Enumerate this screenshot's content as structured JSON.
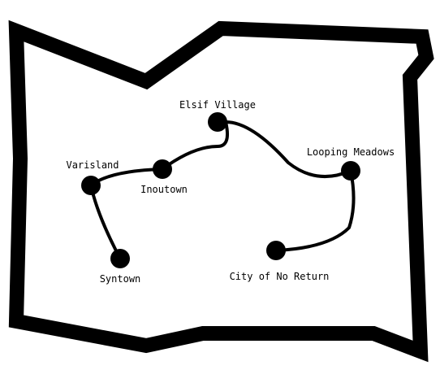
{
  "map": {
    "border_color": "#000000",
    "background_color": "#ffffff",
    "route_color": "#000000",
    "towns": [
      {
        "id": "syntown",
        "name": "Syntown"
      },
      {
        "id": "varisland",
        "name": "Varisland"
      },
      {
        "id": "inoutown",
        "name": "Inoutown"
      },
      {
        "id": "elsif-village",
        "name": "Elsif Village"
      },
      {
        "id": "looping-meadows",
        "name": "Looping Meadows"
      },
      {
        "id": "city-of-no-return",
        "name": "City of No Return"
      }
    ],
    "route_order": [
      "syntown",
      "varisland",
      "inoutown",
      "elsif-village",
      "looping-meadows",
      "city-of-no-return"
    ]
  }
}
